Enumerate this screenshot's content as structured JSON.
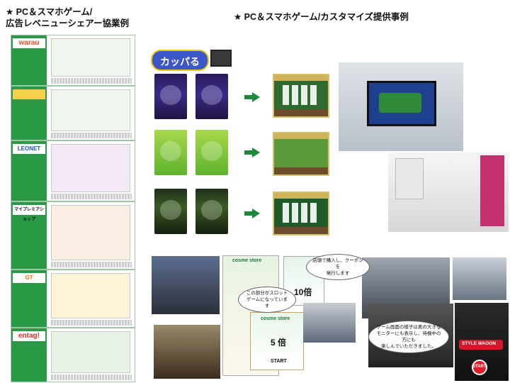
{
  "headings": {
    "left_line1": "★ PC＆スマホゲーム/",
    "left_line2": "広告レベニューシェアー協業例",
    "right": "★ PC＆スマホゲーム/カスタマイズ提供事例"
  },
  "partners": [
    {
      "logo": "warau"
    },
    {
      "logo": ""
    },
    {
      "logo": "LEONET"
    },
    {
      "logo": "マイプレミアショップ"
    },
    {
      "logo": "GT"
    },
    {
      "logo": "entag!"
    }
  ],
  "customize": {
    "game_logo": "カッパる",
    "posters": {
      "store_name": "cosme store",
      "times_label": "5 倍",
      "times_label_small": "10倍",
      "start": "START"
    },
    "bubbles": {
      "coupon": "店頭で購入し、クーポンを\n発行します",
      "slot": "この部分がスロット\nゲームになっています",
      "monitor": "ゲーム画面の様子は奥の大きな\nモニターにも表示し、待機中の方にも\n楽しんでいただきました。"
    },
    "stylewagon": {
      "label": "STYLE WAGON",
      "start": "START"
    }
  }
}
